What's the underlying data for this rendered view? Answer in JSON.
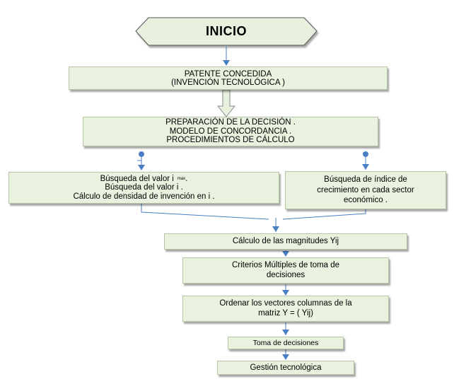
{
  "diagram": {
    "start_label": "INICIO",
    "nodes": {
      "patente": [
        "PATENTE CONCEDIDA",
        "(INVENCIÓN TECNOLÓGICA      )"
      ],
      "preparacion": [
        "PREPARACIÓN DE LA DECISIÓN       .",
        "MODELO DE CONCORDANCIA      .",
        "PROCEDIMIENTOS DE CÁLCULO"
      ],
      "busqueda_left": {
        "line1": "Búsqueda del valor i",
        "line1_sub": "max",
        "line1_end": ".",
        "line2": "Búsqueda del valor i      .",
        "line3": "Cálculo de densidad de invención en i       ."
      },
      "busqueda_right": [
        "Búsqueda de índice de",
        "crecimiento  en cada sector",
        "económico ."
      ],
      "magnitudes": "Cálculo de las magnitudes Yij",
      "criterios": [
        "Criterios Múltiples de toma de",
        "decisiones"
      ],
      "ordenar": [
        "Ordenar los vectores columnas de la",
        "matriz Y   = (  Yij)"
      ],
      "toma": "Toma de decisiones",
      "gestion": "Gestión tecnológica"
    },
    "colors": {
      "box_fill": "#e9f1df",
      "box_border": "#b7c4a6",
      "terminal_fill": "#e8f0de",
      "arrow": "#4a7fc4",
      "block_arrow_fill": "#e8f0de",
      "block_arrow_stroke": "#8a8a8a"
    }
  }
}
